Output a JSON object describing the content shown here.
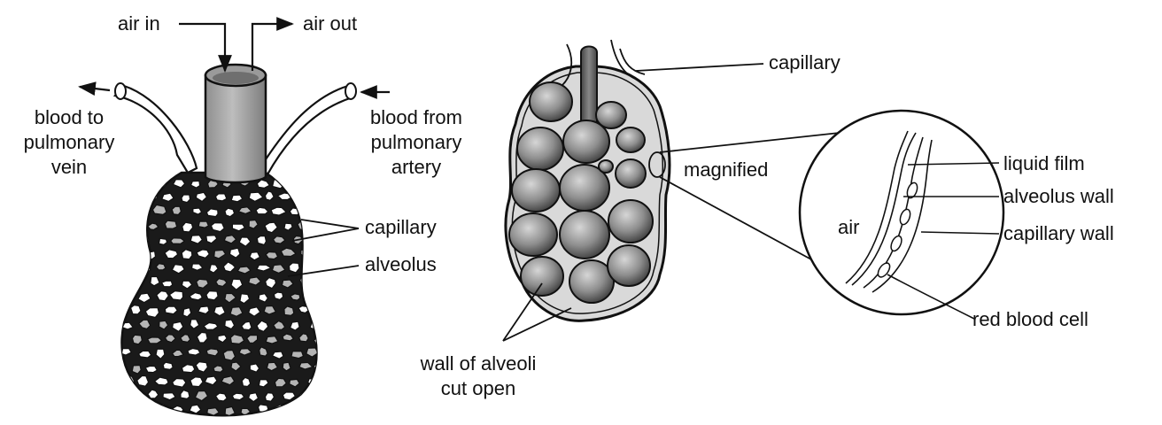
{
  "labels": {
    "air_in": "air in",
    "air_out": "air out",
    "blood_to_line1": "blood to",
    "blood_to_line2": "pulmonary",
    "blood_to_line3": "vein",
    "blood_from_line1": "blood from",
    "blood_from_line2": "pulmonary",
    "blood_from_line3": "artery",
    "capillary_left": "capillary",
    "alveolus": "alveolus",
    "capillary_middle": "capillary",
    "magnified": "magnified",
    "wall_line1": "wall of alveoli",
    "wall_line2": "cut open",
    "air": "air",
    "liquid_film": "liquid film",
    "alveolus_wall": "alveolus wall",
    "capillary_wall": "capillary wall",
    "red_blood_cell": "red blood cell"
  }
}
